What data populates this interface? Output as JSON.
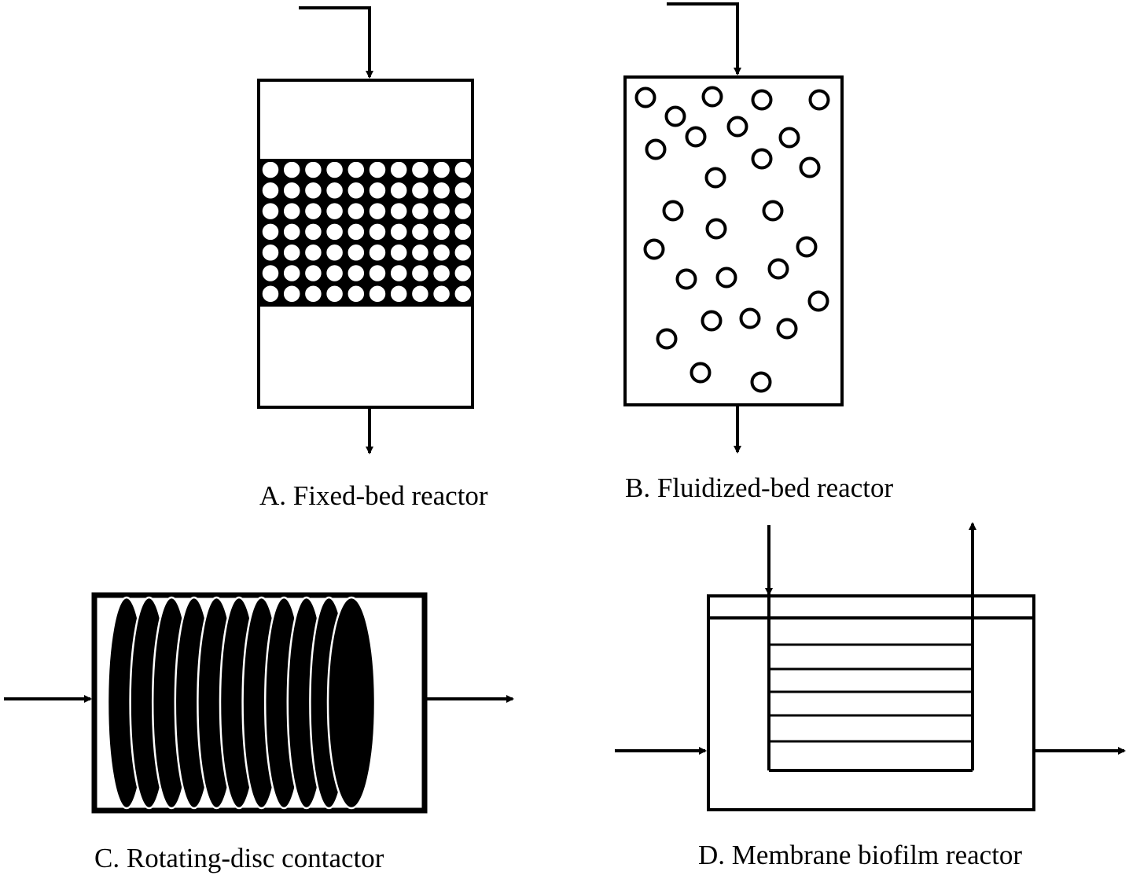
{
  "panels": {
    "a": {
      "label": "A. Fixed-bed reactor"
    },
    "b": {
      "label": "B. Fluidized-bed reactor"
    },
    "c": {
      "label": "C. Rotating-disc contactor"
    },
    "d": {
      "label": "D. Membrane biofilm reactor"
    }
  },
  "colors": {
    "line": "#000000",
    "background": "#ffffff"
  }
}
